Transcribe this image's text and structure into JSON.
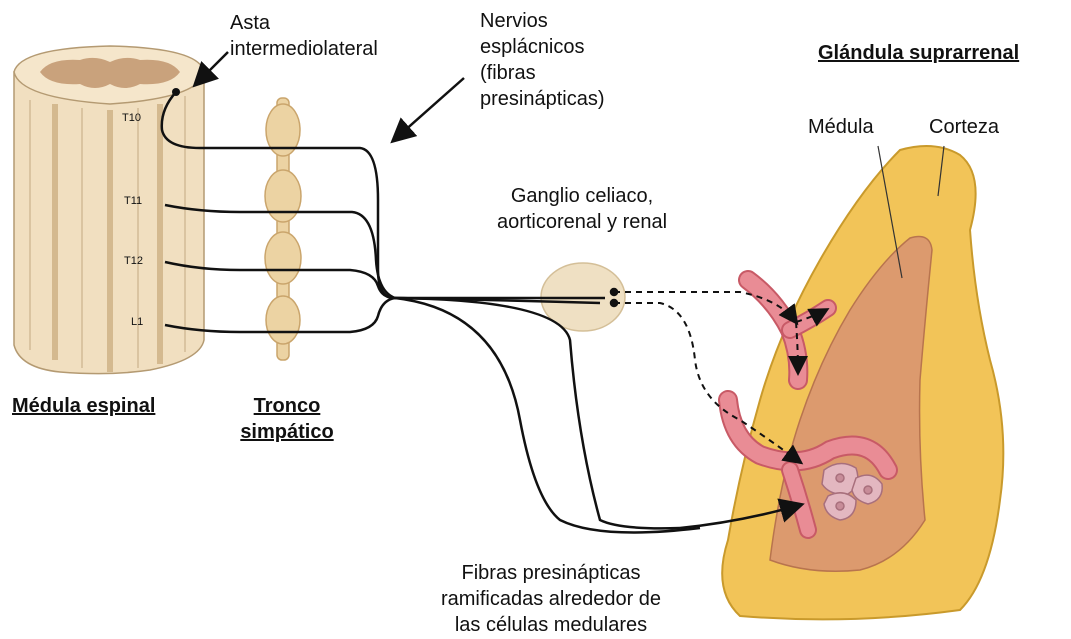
{
  "labels": {
    "asta": [
      "Asta",
      "intermediolateral"
    ],
    "nervios": [
      "Nervios",
      "esplácnicos",
      "(fibras",
      "presinápticas)"
    ],
    "glandula": "Glándula suprarrenal",
    "medula": "Médula",
    "corteza": "Corteza",
    "ganglio": [
      "Ganglio celiaco,",
      "aorticorenal y renal"
    ],
    "medula_espinal": "Médula espinal",
    "tronco": [
      "Tronco",
      "simpático"
    ],
    "fibras": [
      "Fibras presinápticas",
      "ramificadas alrededor de",
      "las células medulares"
    ]
  },
  "segments": [
    "T10",
    "T11",
    "T12",
    "L1"
  ],
  "colors": {
    "cord": "#f1dfc0",
    "cord_shadow": "#d9c19a",
    "gray_matter": "#c9a27c",
    "ganglion": "#efe0c3",
    "cortex": "#f2c458",
    "medulla": "#dc9a6e",
    "vessel": "#e07a84",
    "cell": "#e3b7c0",
    "line": "#111111"
  }
}
